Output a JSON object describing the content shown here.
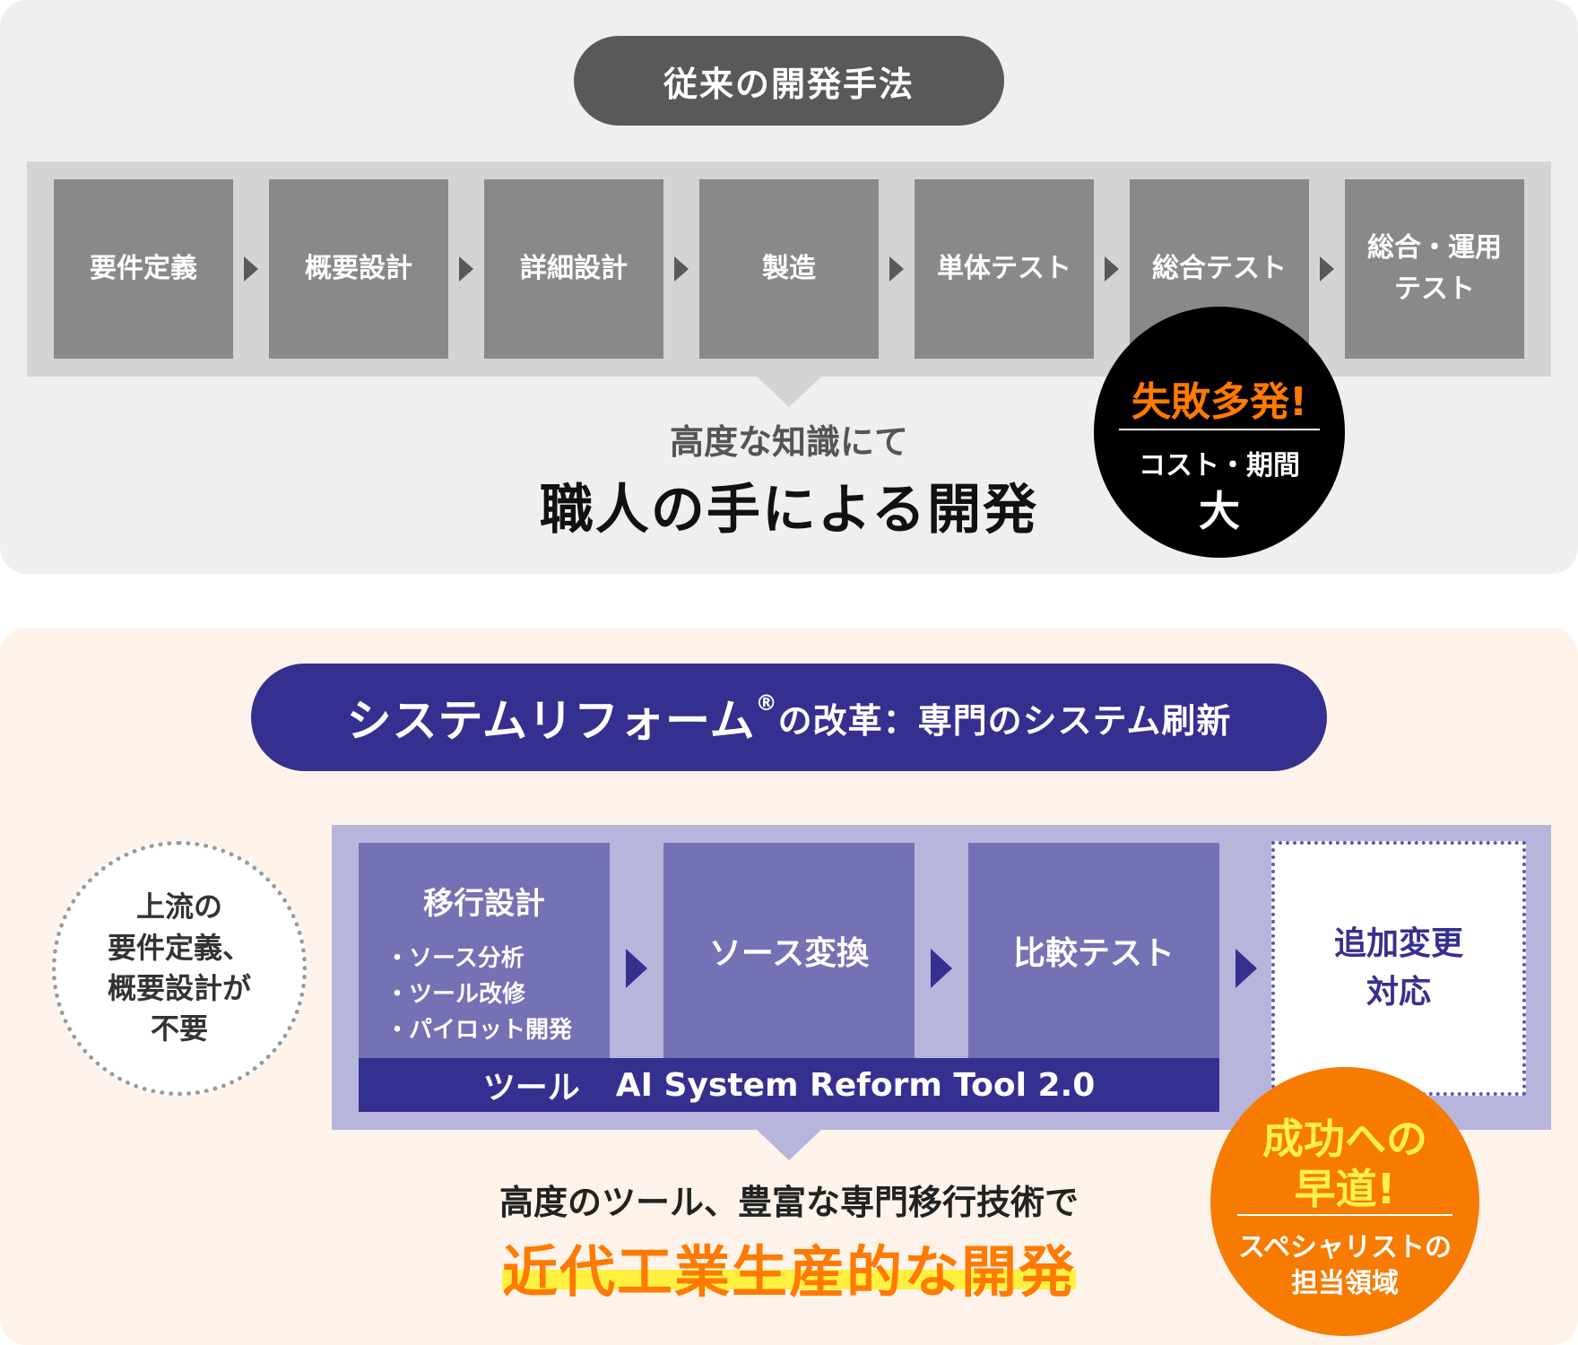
{
  "traditional": {
    "title": "従来の開発手法",
    "steps": [
      "要件定義",
      "概要設計",
      "詳細設計",
      "製造",
      "単体テスト",
      "総合テスト"
    ],
    "last_step": [
      "総合・運用",
      "テスト"
    ],
    "lead": "高度な知識にて",
    "main": "職人の手による開発",
    "badge": {
      "title": "失敗多発!",
      "subtitle": "コスト・期間",
      "big": "大"
    }
  },
  "reform": {
    "title_main": "システムリフォーム",
    "title_reg": "®",
    "title_sub": "の改革：専門のシステム刷新",
    "upstream": [
      "上流の",
      "要件定義、",
      "概要設計が",
      "不要"
    ],
    "step1": {
      "title": "移行設計",
      "bullets": [
        "・ソース分析",
        "・ツール改修",
        "・パイロット開発"
      ]
    },
    "step2": "ソース変換",
    "step3": "比較テスト",
    "step4": [
      "追加変更",
      "対応"
    ],
    "tool_label": "ツール",
    "tool_name": "AI System Reform Tool 2.0",
    "lead": "高度のツール、豊富な専門移行技術で",
    "main": "近代工業生産的な開発",
    "badge": {
      "title1": "成功への",
      "title2": "早道!",
      "sub1": "スペシャリストの",
      "sub2": "担当領域"
    }
  },
  "colors": {
    "top_bg": "#efefef",
    "bottom_bg": "#fdf3ea",
    "navy": "#35308f",
    "violet": "#7571b5",
    "orange": "#f77b00",
    "yellow": "#fff040",
    "gray_step": "#898989",
    "dark_gray": "#595959"
  }
}
